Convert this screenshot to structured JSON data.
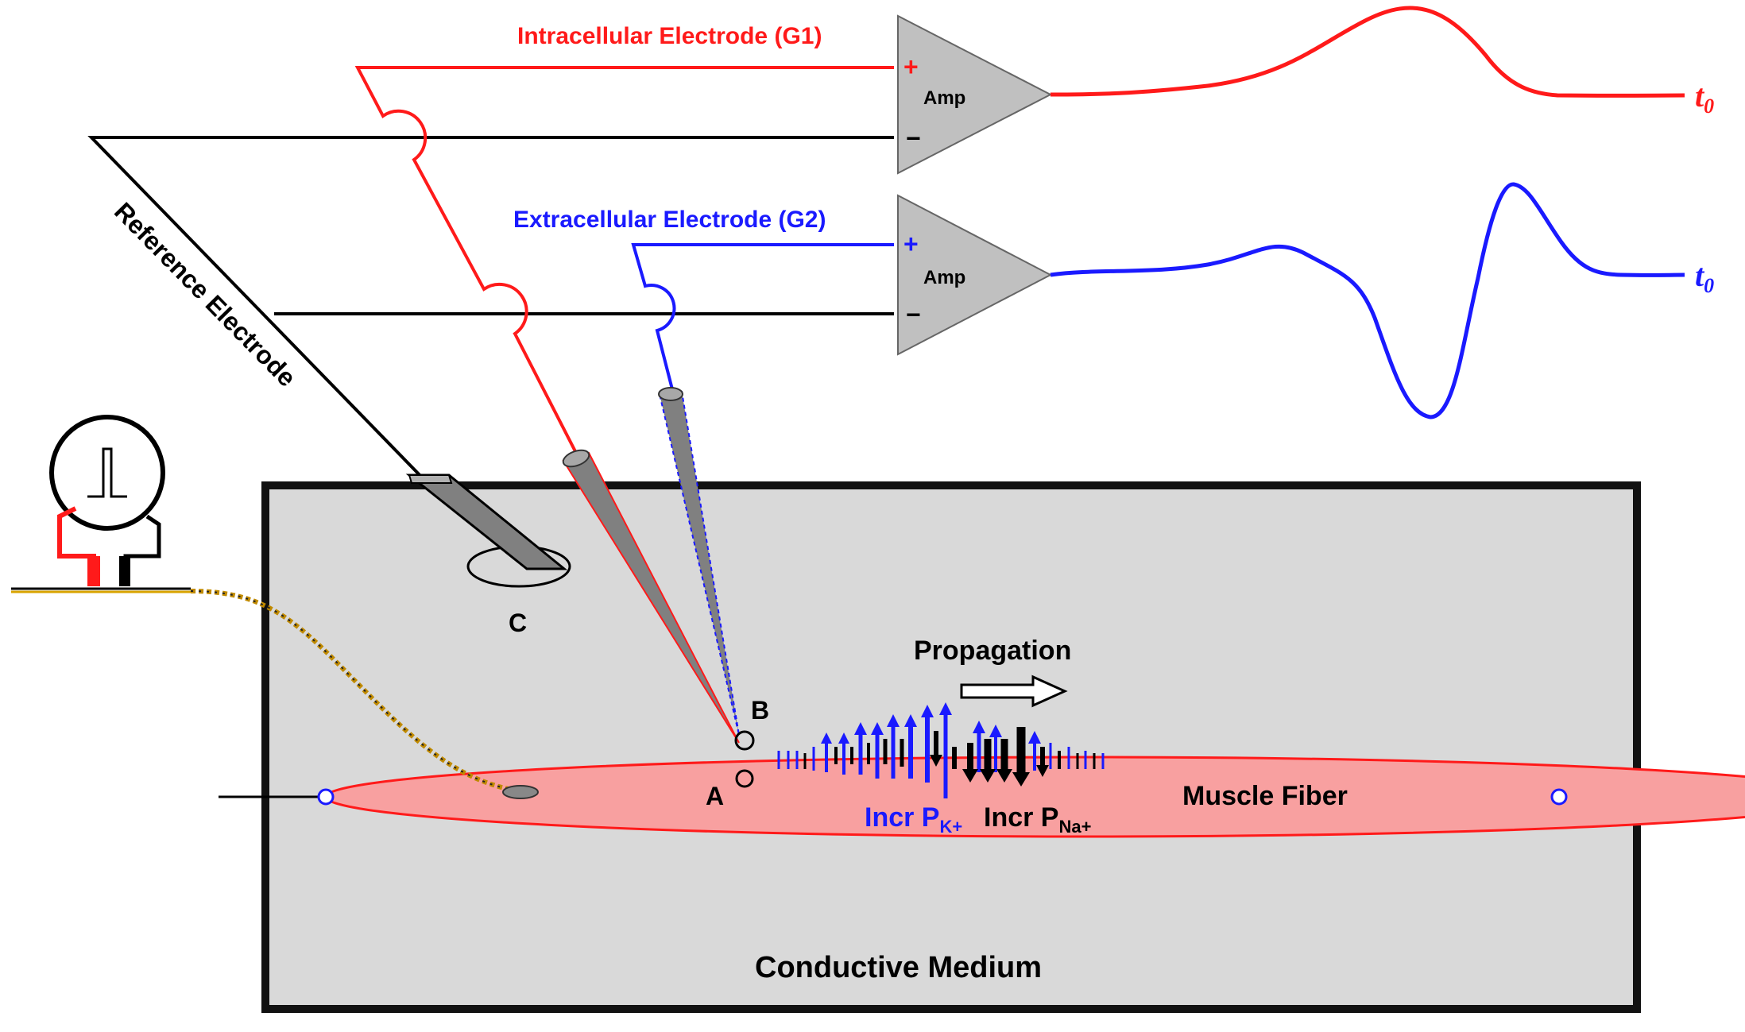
{
  "labels": {
    "g1": "Intracellular Electrode (G1)",
    "g2": "Extracellular Electrode (G2)",
    "reference": "Reference Electrode",
    "amp_top": "Amp",
    "amp_bottom": "Amp",
    "plus_top": "+",
    "minus_top": "−",
    "plus_bottom": "+",
    "minus_bottom": "−",
    "t0_top_base": "t",
    "t0_top_sub": "0",
    "t0_bottom_base": "t",
    "t0_bottom_sub": "0",
    "point_a": "A",
    "point_b": "B",
    "point_c": "C",
    "propagation": "Propagation",
    "incr_k_prefix": "Incr P",
    "incr_k_sub": "K+",
    "incr_na_prefix": "Incr P",
    "incr_na_sub": "Na+",
    "muscle_fiber": "Muscle Fiber",
    "medium": "Conductive Medium"
  },
  "colors": {
    "intracellular": "#ff1a1a",
    "extracellular": "#1a1aff",
    "reference": "#000000",
    "fiber_fill": "#f8a0a0",
    "medium_fill": "#d9d9d9",
    "amp_fill": "#c0c0c0"
  },
  "icons": [
    "stimulator-pulse-icon",
    "propagation-arrow-icon"
  ]
}
